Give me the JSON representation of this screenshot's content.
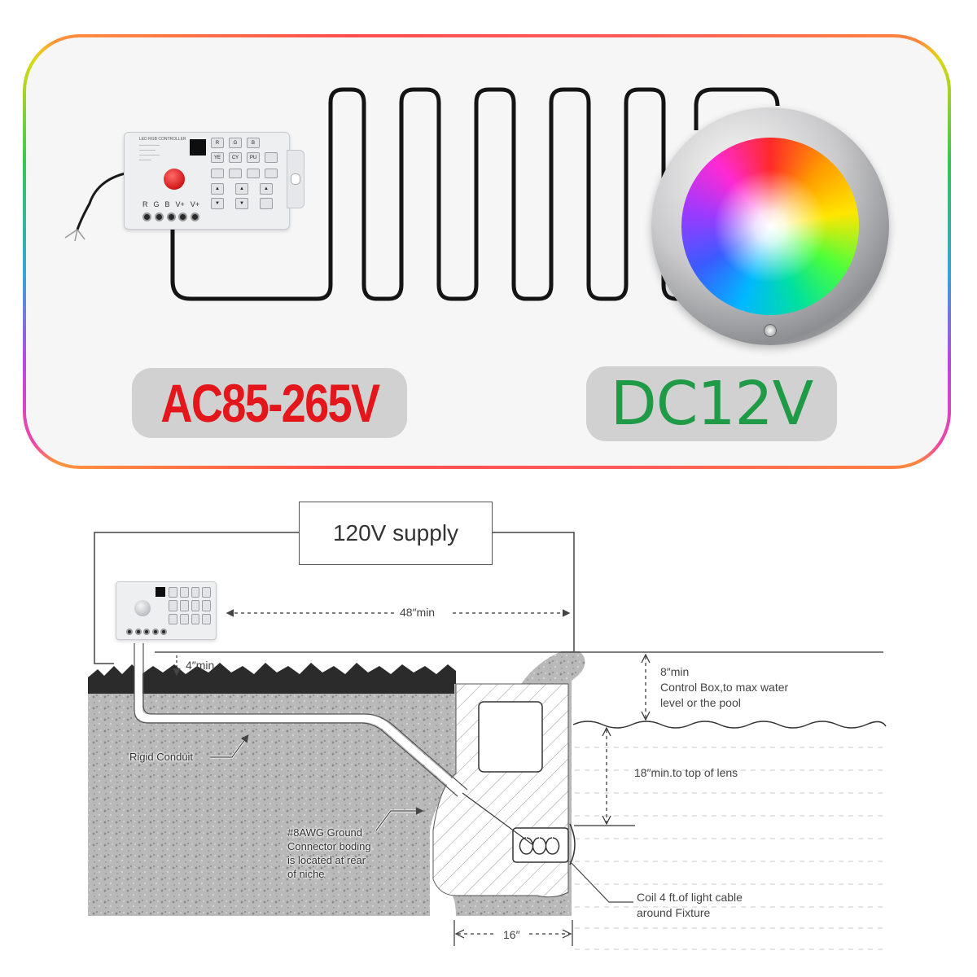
{
  "top_panel": {
    "ac_label": "AC85-265V",
    "dc_label": "DC12V",
    "controller": {
      "header": "LED RGB CONTROLLER",
      "buttons": [
        "R",
        "G",
        "B",
        "YE",
        "CY",
        "PU"
      ],
      "ports": [
        "R",
        "G",
        "B",
        "V+",
        "V+"
      ]
    }
  },
  "diagram": {
    "supply_label": "120V supply",
    "dim_48": "48″min",
    "dim_4": "4″min",
    "dim_8": "8″min",
    "control_box_note_1": "Control Box,to max water",
    "control_box_note_2": "level or the pool",
    "lens_note": "18″min.to top of lens",
    "rigid_conduit": "Rigid Conduit",
    "ground_1": "#8AWG Ground",
    "ground_2": "Connector boding",
    "ground_3": "is located at rear",
    "ground_4": "of niche",
    "coil_1": "Coil 4 ft.of light cable",
    "coil_2": "around Fixture",
    "dim_16": "16″"
  },
  "colors": {
    "ac_red": "#e3171b",
    "dc_green": "#1f9a47",
    "frame_red": "#ff4d4d"
  }
}
